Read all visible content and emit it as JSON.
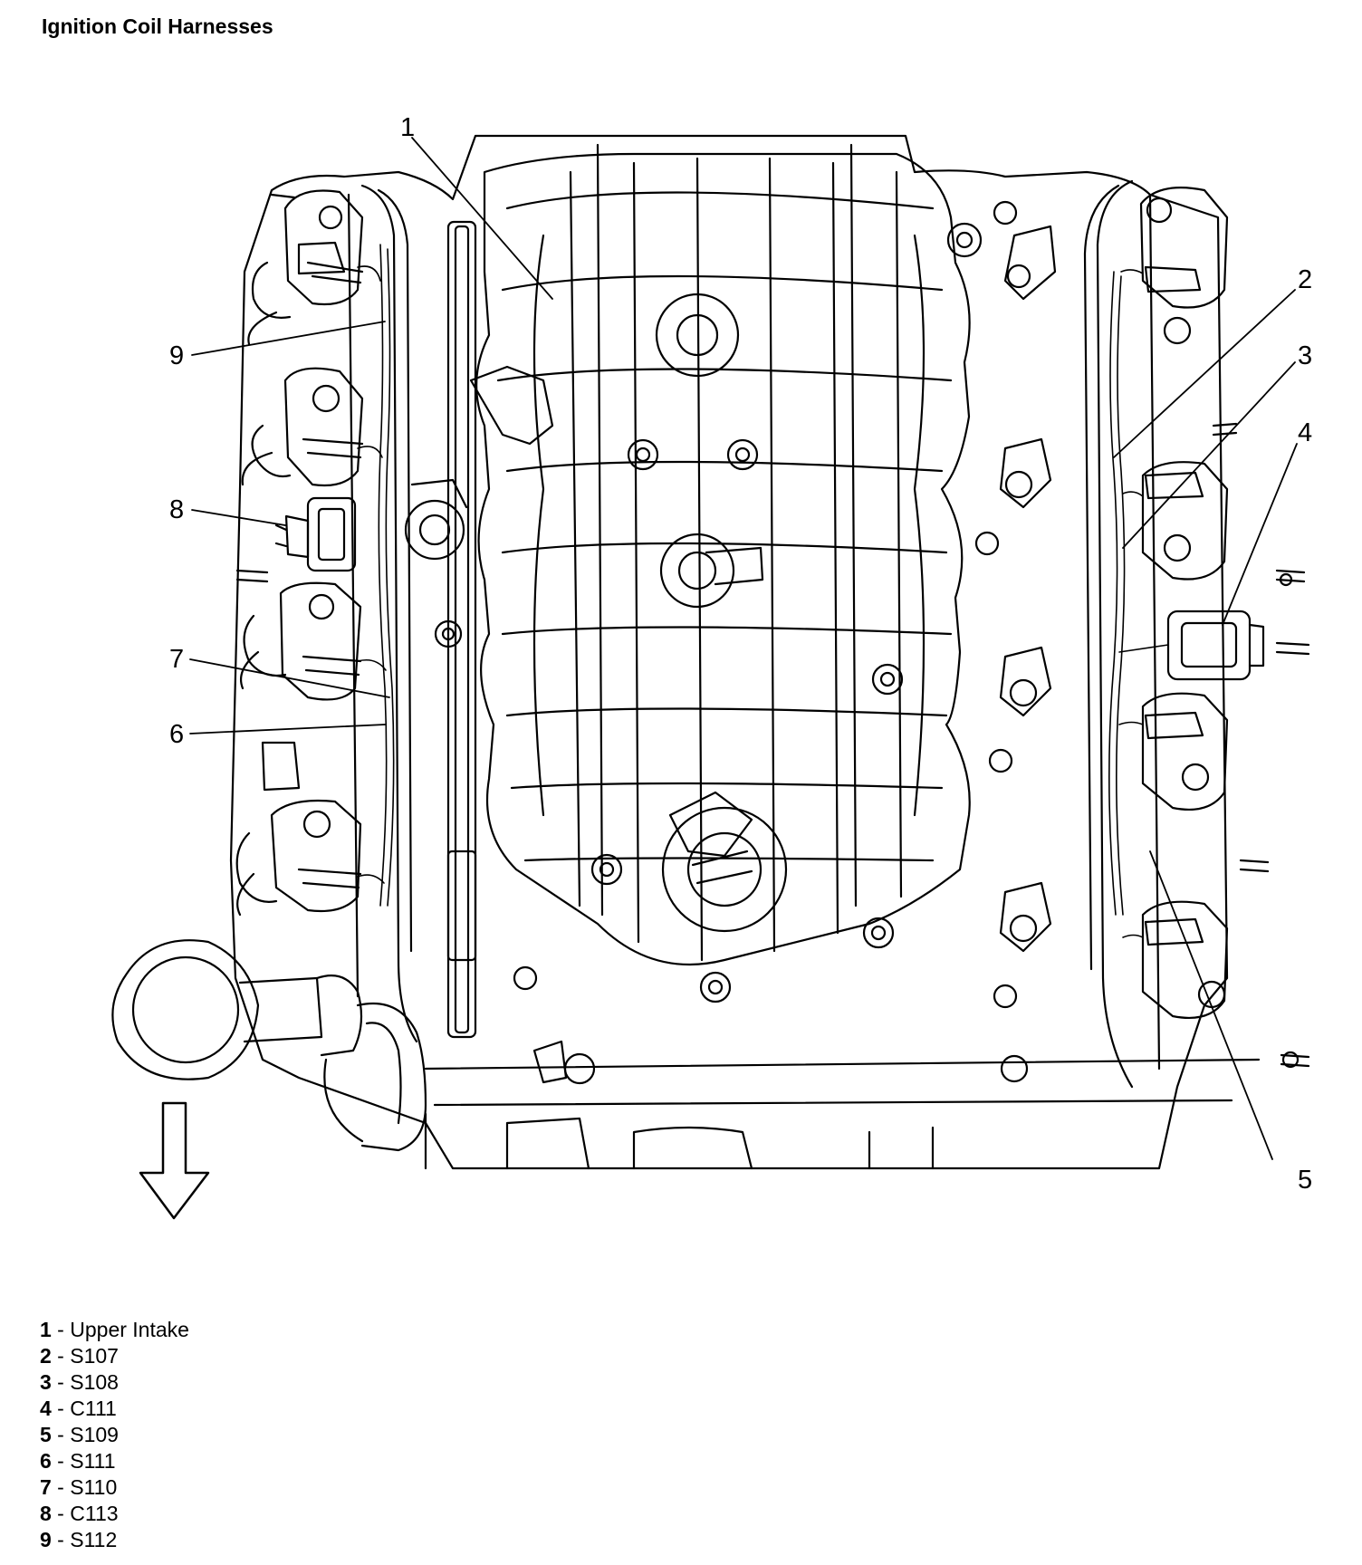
{
  "title": "Ignition Coil Harnesses",
  "diagram": {
    "subject": "engine-top-view-line-art",
    "direction_arrow": "arrow-down-icon",
    "callouts": [
      {
        "num": "1",
        "label": "Upper Intake"
      },
      {
        "num": "2",
        "label": "S107"
      },
      {
        "num": "3",
        "label": "S108"
      },
      {
        "num": "4",
        "label": "C111"
      },
      {
        "num": "5",
        "label": "S109"
      },
      {
        "num": "6",
        "label": "S111"
      },
      {
        "num": "7",
        "label": "S110"
      },
      {
        "num": "8",
        "label": "C113"
      },
      {
        "num": "9",
        "label": "S112"
      }
    ]
  },
  "legend": {
    "separator": " - ",
    "items": [
      {
        "num": "1",
        "label": "Upper Intake"
      },
      {
        "num": "2",
        "label": "S107"
      },
      {
        "num": "3",
        "label": "S108"
      },
      {
        "num": "4",
        "label": "C111"
      },
      {
        "num": "5",
        "label": "S109"
      },
      {
        "num": "6",
        "label": "S111"
      },
      {
        "num": "7",
        "label": "S110"
      },
      {
        "num": "8",
        "label": "C113"
      },
      {
        "num": "9",
        "label": "S112"
      }
    ]
  }
}
